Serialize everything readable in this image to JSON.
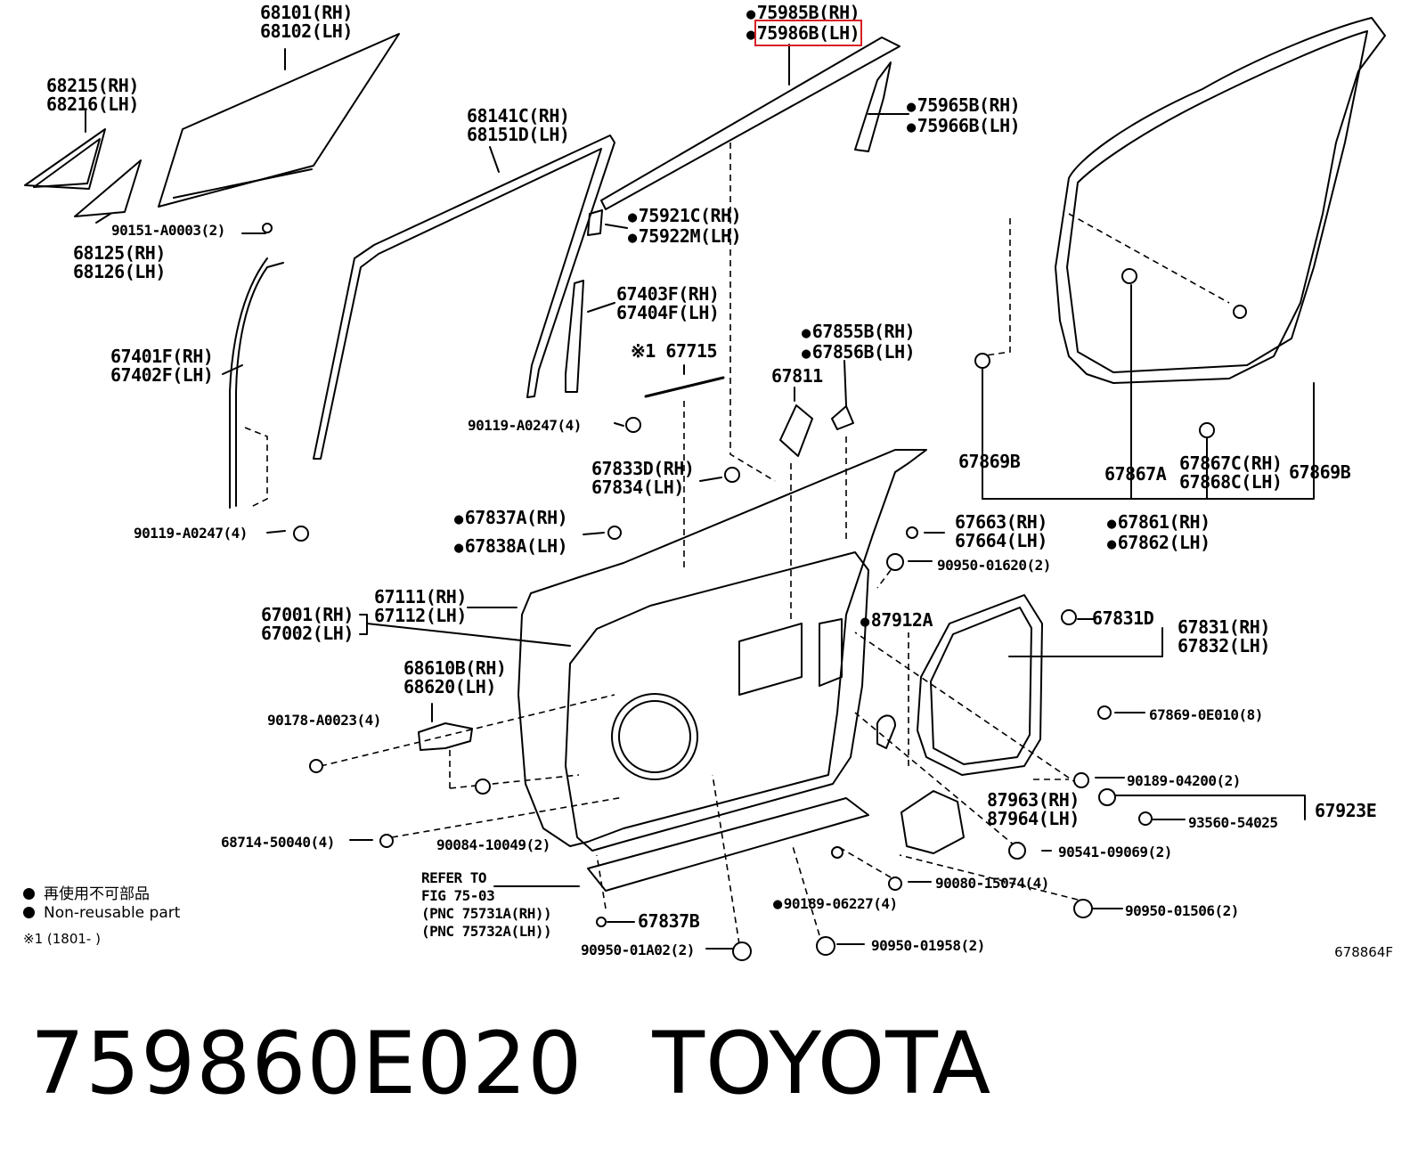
{
  "callouts": [
    {
      "id": "c1",
      "lines": [
        "68101(RH)",
        "68102(LH)"
      ]
    },
    {
      "id": "c2",
      "lines": [
        "68215(RH)",
        "68216(LH)"
      ]
    },
    {
      "id": "c3",
      "lines": [
        "90151-A0003(2)"
      ]
    },
    {
      "id": "c4",
      "lines": [
        "68125(RH)",
        "68126(LH)"
      ]
    },
    {
      "id": "c5",
      "lines": [
        "68141C(RH)",
        "68151D(LH)"
      ]
    },
    {
      "id": "c6",
      "lines": [
        "75985B(RH)",
        "75986B(LH)"
      ],
      "nonreusable": true,
      "highlight_line": 1
    },
    {
      "id": "c7",
      "lines": [
        "75965B(RH)",
        "75966B(LH)"
      ],
      "nonreusable": true
    },
    {
      "id": "c8",
      "lines": [
        "75921C(RH)",
        "75922M(LH)"
      ],
      "nonreusable": true
    },
    {
      "id": "c9",
      "lines": [
        "67403F(RH)",
        "67404F(LH)"
      ]
    },
    {
      "id": "c10",
      "lines": [
        "67401F(RH)",
        "67402F(LH)"
      ]
    },
    {
      "id": "c11",
      "lines": [
        "※1 67715"
      ]
    },
    {
      "id": "c12",
      "lines": [
        "67855B(RH)",
        "67856B(LH)"
      ],
      "nonreusable": true
    },
    {
      "id": "c13",
      "lines": [
        "67811"
      ]
    },
    {
      "id": "c14",
      "lines": [
        "90119-A0247(4)"
      ]
    },
    {
      "id": "c15",
      "lines": [
        "67833D(RH)",
        "67834(LH)"
      ]
    },
    {
      "id": "c16",
      "lines": [
        "90119-A0247(4)"
      ]
    },
    {
      "id": "c17",
      "lines": [
        "67837A(RH)",
        "67838A(LH)"
      ],
      "nonreusable": true
    },
    {
      "id": "c18",
      "lines": [
        "67869B"
      ]
    },
    {
      "id": "c19",
      "lines": [
        "67867A"
      ]
    },
    {
      "id": "c20",
      "lines": [
        "67867C(RH)",
        "67868C(LH)"
      ]
    },
    {
      "id": "c21",
      "lines": [
        "67869B"
      ]
    },
    {
      "id": "c22",
      "lines": [
        "67663(RH)",
        "67664(LH)"
      ]
    },
    {
      "id": "c23",
      "lines": [
        "67861(RH)",
        "67862(LH)"
      ],
      "nonreusable": true
    },
    {
      "id": "c24",
      "lines": [
        "90950-01620(2)"
      ]
    },
    {
      "id": "c25",
      "lines": [
        "67111(RH)",
        "67112(LH)"
      ]
    },
    {
      "id": "c26",
      "lines": [
        "67001(RH)",
        "67002(LH)"
      ]
    },
    {
      "id": "c27",
      "lines": [
        "87912A"
      ],
      "nonreusable": true
    },
    {
      "id": "c28",
      "lines": [
        "67831D"
      ]
    },
    {
      "id": "c29",
      "lines": [
        "67831(RH)",
        "67832(LH)"
      ]
    },
    {
      "id": "c30",
      "lines": [
        "68610B(RH)",
        "68620(LH)"
      ]
    },
    {
      "id": "c31",
      "lines": [
        "90178-A0023(4)"
      ]
    },
    {
      "id": "c32",
      "lines": [
        "67869-0E010(8)"
      ]
    },
    {
      "id": "c33",
      "lines": [
        "90189-04200(2)"
      ]
    },
    {
      "id": "c34",
      "lines": [
        "87963(RH)",
        "87964(LH)"
      ]
    },
    {
      "id": "c35",
      "lines": [
        "67923E"
      ]
    },
    {
      "id": "c36",
      "lines": [
        "93560-54025"
      ]
    },
    {
      "id": "c37",
      "lines": [
        "68714-50040(4)"
      ]
    },
    {
      "id": "c38",
      "lines": [
        "90084-10049(2)"
      ]
    },
    {
      "id": "c39",
      "lines": [
        "90541-09069(2)"
      ]
    },
    {
      "id": "c40",
      "lines": [
        "REFER TO",
        "FIG 75-03",
        "(PNC 75731A(RH))",
        "(PNC 75732A(LH))"
      ]
    },
    {
      "id": "c41",
      "lines": [
        "90080-15074(4)"
      ]
    },
    {
      "id": "c42",
      "lines": [
        "90189-06227(4)"
      ],
      "nonreusable": true
    },
    {
      "id": "c43",
      "lines": [
        "67837B"
      ]
    },
    {
      "id": "c44",
      "lines": [
        "90950-01506(2)"
      ]
    },
    {
      "id": "c45",
      "lines": [
        "90950-01A02(2)"
      ]
    },
    {
      "id": "c46",
      "lines": [
        "90950-01958(2)"
      ]
    }
  ],
  "legend": {
    "line1": "再使用不可部品",
    "line2": "Non-reusable part",
    "line3": "※1 (1801-       )"
  },
  "ref_id": "678864F",
  "caption": {
    "part_number": "759860E020",
    "brand": "TOYOTA"
  },
  "colors": {
    "highlight": "#d81f26",
    "ink": "#000000"
  }
}
